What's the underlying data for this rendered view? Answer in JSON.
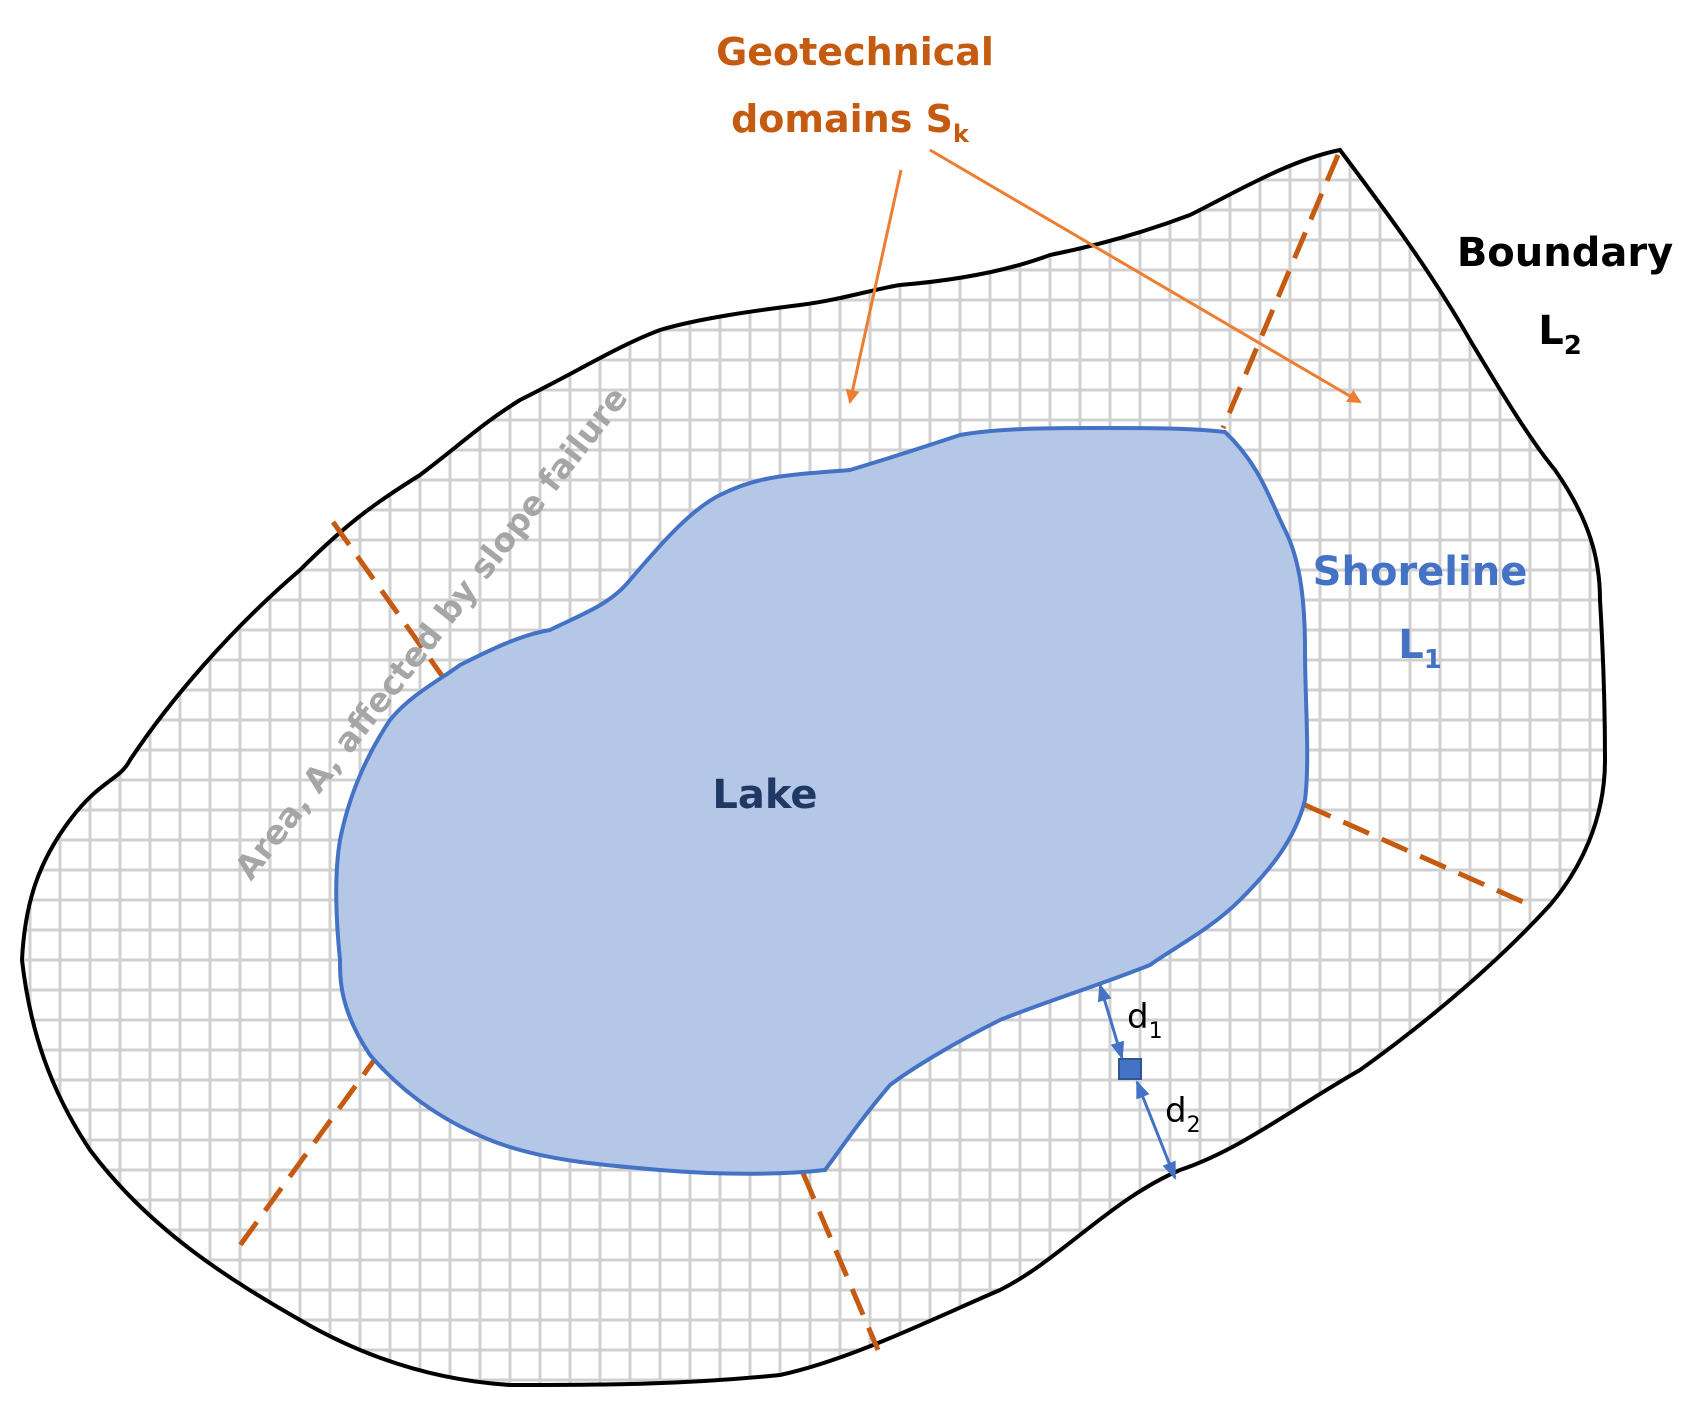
{
  "labels": {
    "geotech_line1": "Geotechnical",
    "geotech_line2": "domains S",
    "geotech_sub": "k",
    "boundary_line1": "Boundary",
    "boundary_L": "L",
    "boundary_sub": "2",
    "shoreline_line1": "Shoreline",
    "shoreline_L": "L",
    "shoreline_sub": "1",
    "lake": "Lake",
    "area": "Area, A, affected by slope failure",
    "d1_main": "d",
    "d1_sub": "1",
    "d2_main": "d",
    "d2_sub": "2"
  },
  "colors": {
    "boundary": "#000000",
    "grid": "#d0d0d0",
    "lake_fill": "#b4c7e7",
    "shoreline": "#4472c4",
    "domain_dash": "#c55a11",
    "annotation_orange": "#ed7d31",
    "lake_label": "#203864",
    "area_label": "#a6a6a6",
    "point": "#4472c4"
  }
}
